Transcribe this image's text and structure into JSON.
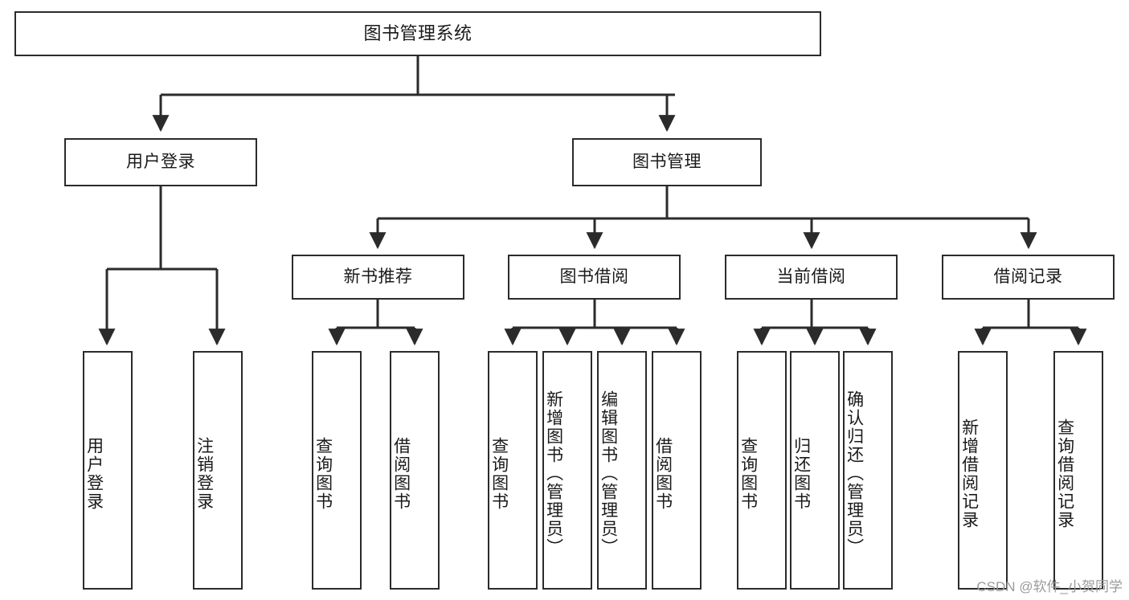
{
  "diagram": {
    "type": "hierarchy-tree",
    "title": "图书管理系统",
    "orientation": "top-down",
    "colors": {
      "box_border": "#2b2b2b",
      "box_fill": "#ffffff",
      "edge": "#2b2b2b",
      "text": "#1a1a1a",
      "watermark": "#9a9a9a"
    },
    "nodes": {
      "root": {
        "label": "图书管理系统"
      },
      "level2": [
        {
          "label": "用户登录"
        },
        {
          "label": "图书管理"
        }
      ],
      "level3": [
        {
          "label": "新书推荐"
        },
        {
          "label": "图书借阅"
        },
        {
          "label": "当前借阅"
        },
        {
          "label": "借阅记录"
        }
      ],
      "leaves": [
        {
          "label": "用户登录"
        },
        {
          "label": "注销登录"
        },
        {
          "label": "查询图书"
        },
        {
          "label": "借阅图书"
        },
        {
          "label": "查询图书"
        },
        {
          "label": "新增图书（管理员）"
        },
        {
          "label": "编辑图书（管理员）"
        },
        {
          "label": "借阅图书"
        },
        {
          "label": "查询图书"
        },
        {
          "label": "归还图书"
        },
        {
          "label": "确认归还（管理员）"
        },
        {
          "label": "新增借阅记录"
        },
        {
          "label": "查询借阅记录"
        }
      ]
    },
    "watermark": "CSDN @软件_小贺同学"
  }
}
